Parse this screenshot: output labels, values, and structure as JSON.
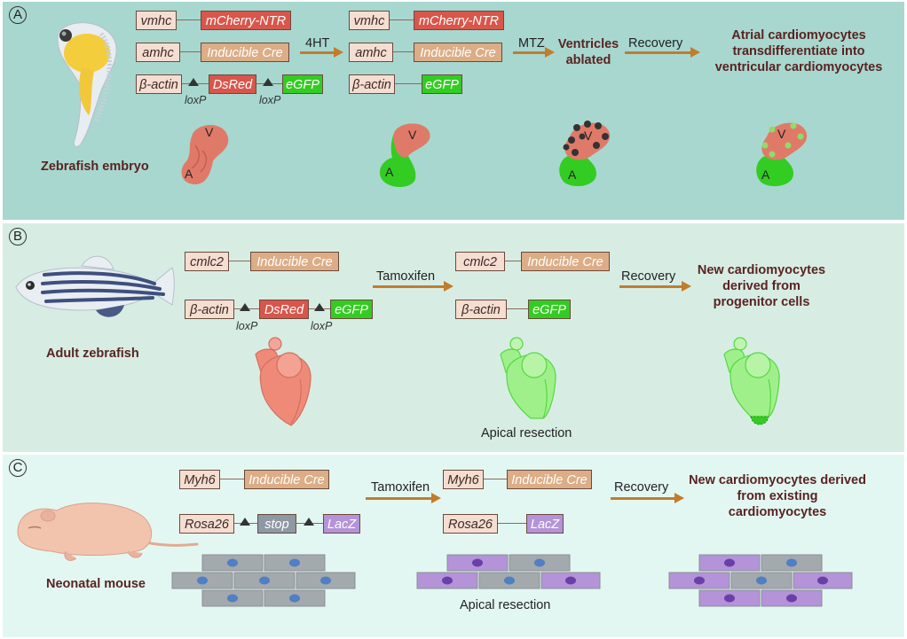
{
  "panels": {
    "a": {
      "letter": "A",
      "organism": "Zebrafish embryo",
      "row1": {
        "promoter": "vmhc",
        "gene": "mCherry-NTR"
      },
      "row2": {
        "promoter": "amhc",
        "gene": "Inducible Cre"
      },
      "row3": {
        "promoter": "β-actin",
        "cassette": "DsRed",
        "reporter": "eGFP",
        "lox1": "loxP",
        "lox2": "loxP"
      },
      "after": {
        "row1_promoter": "vmhc",
        "row1_gene": "mCherry-NTR",
        "row2_promoter": "amhc",
        "row2_gene": "Inducible Cre",
        "row3_promoter": "β-actin",
        "row3_reporter": "eGFP"
      },
      "arrow1": "4HT",
      "arrow2": "MTZ",
      "ablated": "Ventricles ablated",
      "arrow3": "Recovery",
      "outcome": "Atrial cardiomyocytes transdifferentiate into ventricular cardiomyocytes",
      "heart_v": "V",
      "heart_a": "A"
    },
    "b": {
      "letter": "B",
      "organism": "Adult zebrafish",
      "row1": {
        "promoter": "cmlc2",
        "gene": "Inducible Cre"
      },
      "row2": {
        "promoter": "β-actin",
        "cassette": "DsRed",
        "reporter": "eGFP",
        "lox1": "loxP",
        "lox2": "loxP"
      },
      "after": {
        "row1_promoter": "cmlc2",
        "row1_gene": "Inducible Cre",
        "row2_promoter": "β-actin",
        "row2_reporter": "eGFP"
      },
      "arrow1": "Tamoxifen",
      "arrow2": "Recovery",
      "outcome": "New cardiomyocytes derived from progenitor cells",
      "caption": "Apical resection"
    },
    "c": {
      "letter": "C",
      "organism": "Neonatal mouse",
      "row1": {
        "promoter": "Myh6",
        "gene": "Inducible Cre"
      },
      "row2": {
        "promoter": "Rosa26",
        "cassette": "stop",
        "reporter": "LacZ"
      },
      "after": {
        "row1_promoter": "Myh6",
        "row1_gene": "Inducible Cre",
        "row2_promoter": "Rosa26",
        "row2_reporter": "LacZ"
      },
      "arrow1": "Tamoxifen",
      "arrow2": "Recovery",
      "outcome": "New cardiomyocytes derived from existing cardiomyocytes",
      "caption": "Apical resection"
    }
  },
  "colors": {
    "panel_a_bg": "#a8d7cf",
    "panel_b_bg": "#d7ede4",
    "panel_c_bg": "#e3f7f2",
    "arrow": "#c27c2c",
    "red_tissue": "#e07a68",
    "green_tissue": "#33cc22",
    "purple_cell": "#b493d8",
    "grey_cell": "#a3a9ad",
    "title_text": "#5a2320"
  }
}
